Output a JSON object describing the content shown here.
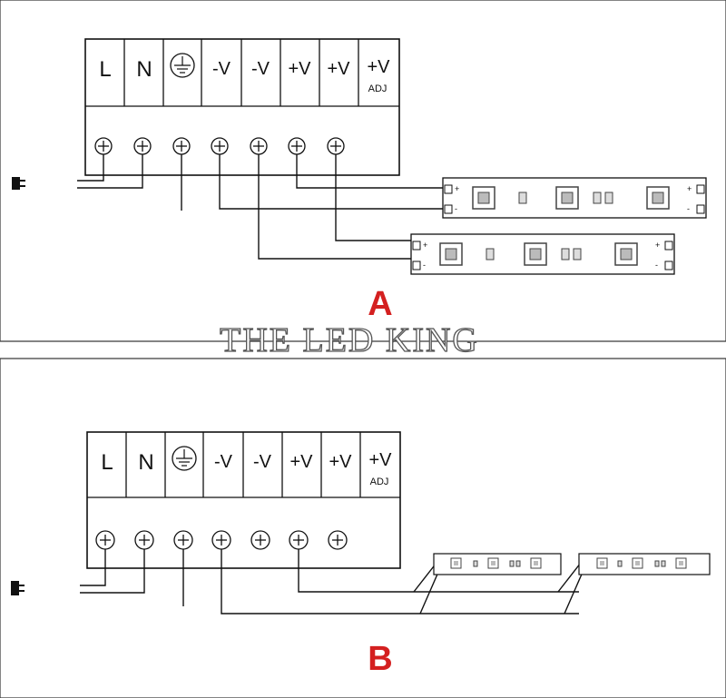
{
  "watermark": "THE LED KING",
  "panels": [
    {
      "caption": "A",
      "terminals": [
        "L",
        "N",
        "ground-symbol",
        "-V",
        "-V",
        "+V",
        "+V",
        "+V"
      ],
      "adj_label": "ADJ"
    },
    {
      "caption": "B",
      "terminals": [
        "L",
        "N",
        "ground-symbol",
        "-V",
        "-V",
        "+V",
        "+V",
        "+V"
      ],
      "adj_label": "ADJ"
    }
  ],
  "strip_plus": "+",
  "strip_minus": "-",
  "colors": {
    "caption": "#d42020",
    "line": "#111111",
    "panel_border": "#333333",
    "led_outer": "#444444",
    "led_inner": "#bbbbbb"
  },
  "icons": {
    "mains_plug": "plug-icon",
    "ground": "ground-icon",
    "screw": "screw-terminal-icon"
  }
}
